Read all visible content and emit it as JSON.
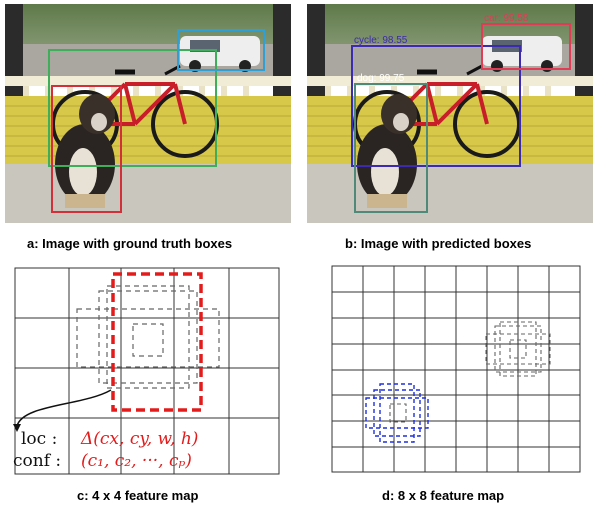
{
  "panels": {
    "a": {
      "caption": "a: Image with ground truth boxes"
    },
    "b": {
      "caption": "b: Image with predicted boxes",
      "labels": {
        "car": "car: 99.58",
        "cycle": "cycle: 98.55",
        "dog": "dog: 99.75"
      }
    },
    "c": {
      "caption": "c: 4 x 4 feature map",
      "loc_label": "loc :",
      "loc_formula": "Δ(cx, cy, w, h)",
      "conf_label": "conf :",
      "conf_formula": "(c₁, c₂, ···, cₚ)"
    },
    "d": {
      "caption": "d: 8 x 8 feature map"
    }
  },
  "colors": {
    "dog_box": "#d32f3a",
    "cycle_box_gt": "#3fae5a",
    "car_box_gt": "#2f9fd4",
    "car_box_pred": "#e03c55",
    "cycle_box_pred": "#3c2bb0",
    "dog_box_pred": "#4f8a78",
    "default_box": "#555555",
    "highlight_box": "#e31b1b",
    "blue_box": "#1f2fe0",
    "formula_red": "#e31b1b"
  }
}
